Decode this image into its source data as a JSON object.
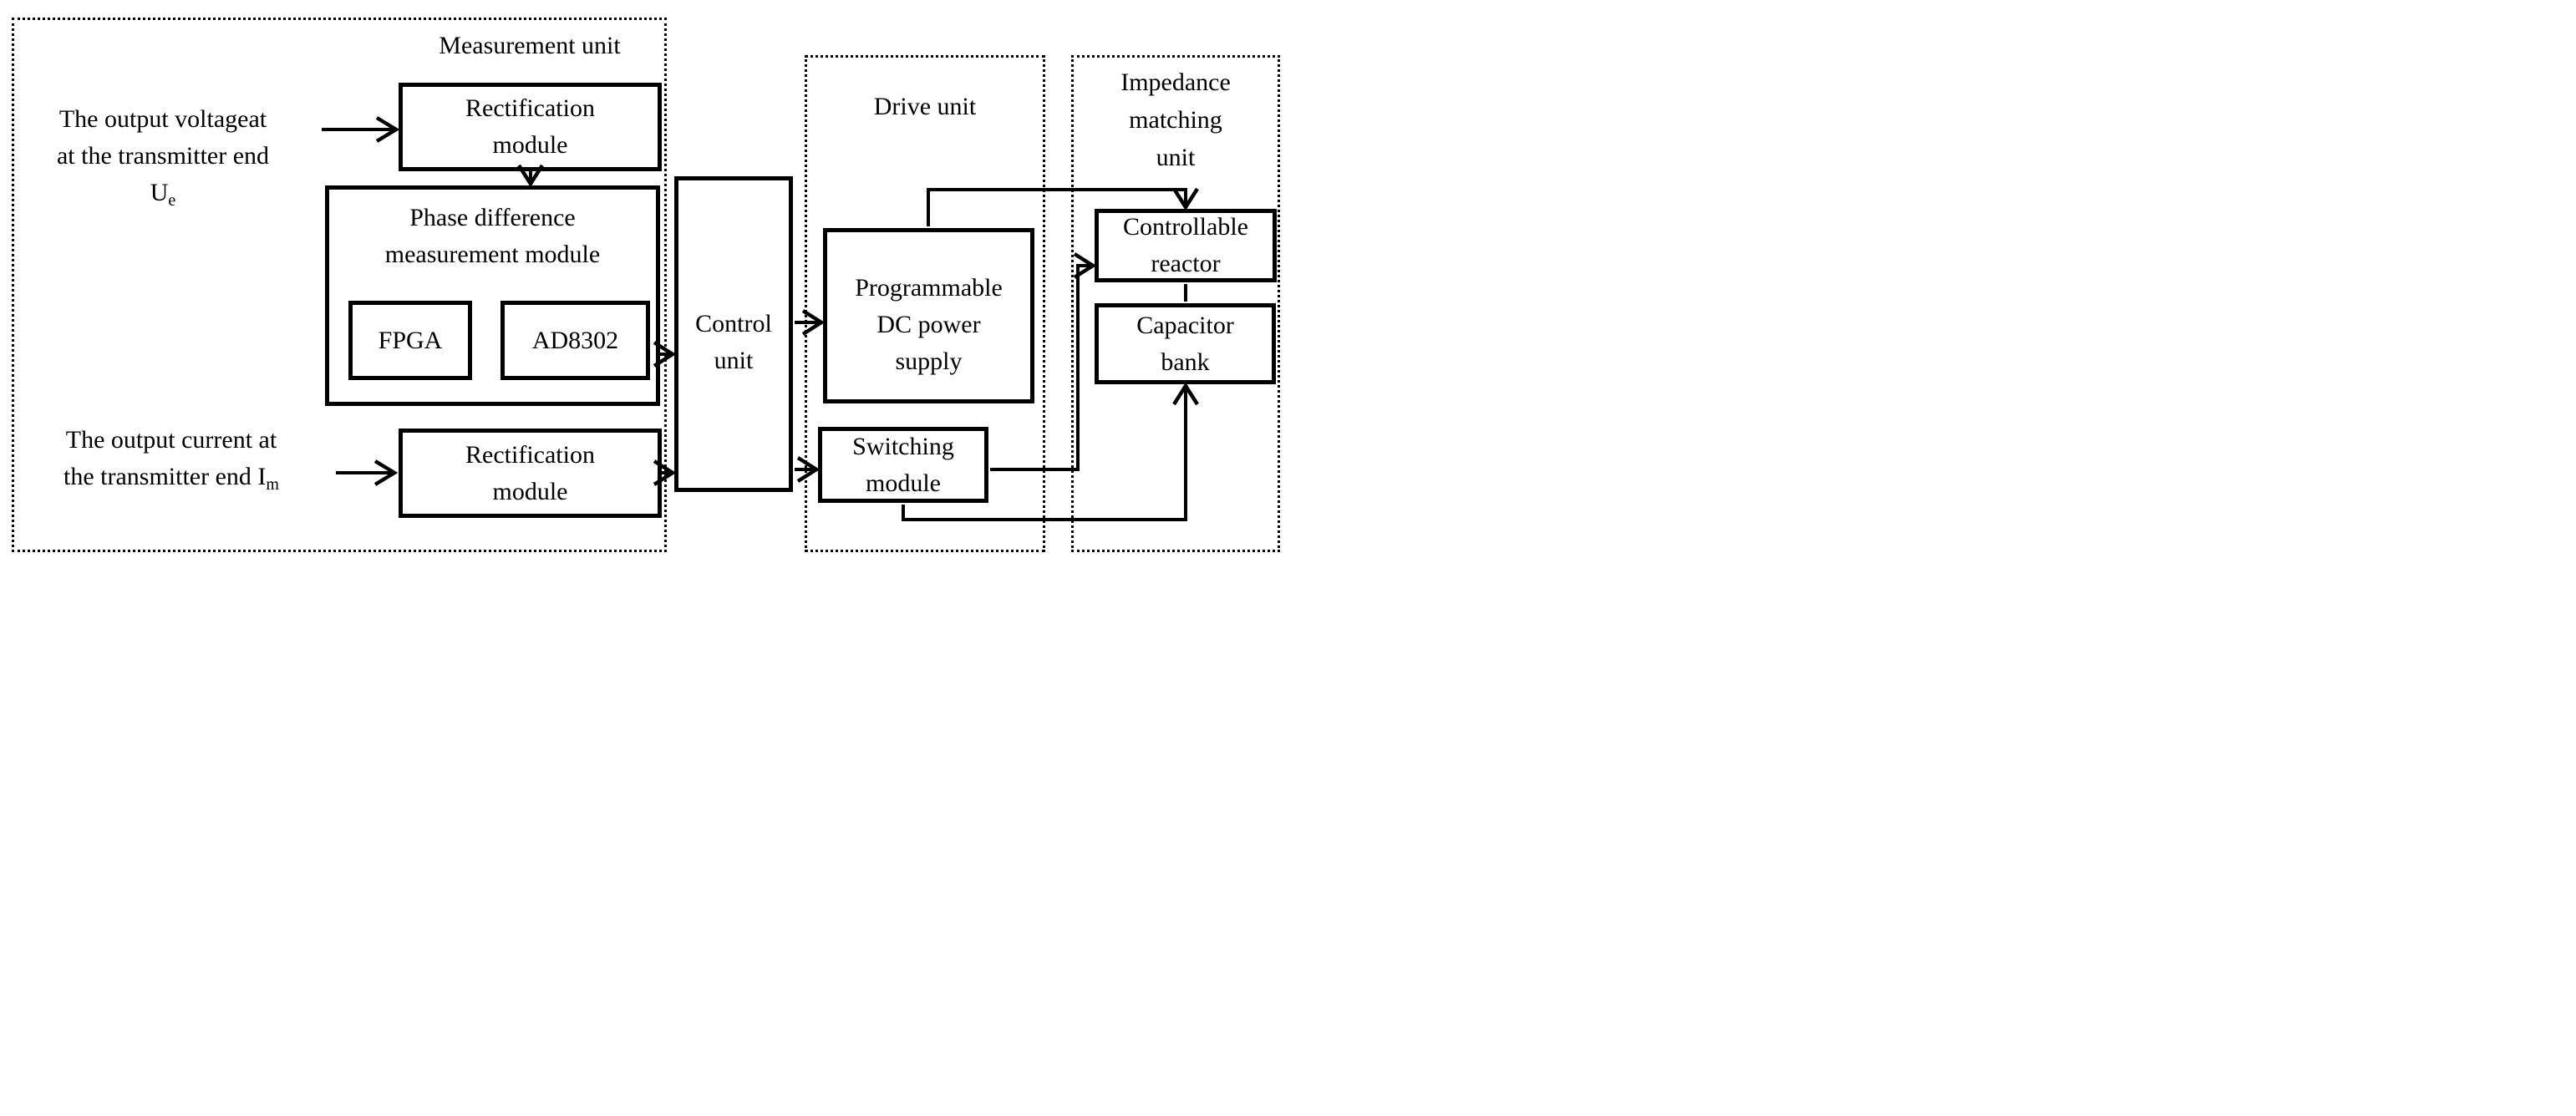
{
  "figure": {
    "type": "block-diagram",
    "background": "#ffffff",
    "ink_color": "#000000"
  },
  "units": {
    "measurement": {
      "label": "Measurement unit"
    },
    "drive": {
      "label": "Drive unit"
    },
    "impedance": {
      "line1": "Impedance",
      "line2": "matching",
      "line3": "unit"
    }
  },
  "blocks": {
    "rect_top": {
      "line1": "Rectification",
      "line2": "module"
    },
    "phase": {
      "line1": "Phase difference",
      "line2": "measurement module"
    },
    "fpga": {
      "label": "FPGA"
    },
    "ad8302": {
      "label": "AD8302"
    },
    "control": {
      "line1": "Control",
      "line2": "unit"
    },
    "rect_bottom": {
      "line1": "Rectification",
      "line2": "module"
    },
    "power": {
      "line1": "Programmable",
      "line2": "DC power",
      "line3": "supply"
    },
    "switching": {
      "line1": "Switching",
      "line2": "module"
    },
    "reactor": {
      "line1": "Controllable",
      "line2": "reactor"
    },
    "capacitor": {
      "line1": "Capacitor",
      "line2": "bank"
    }
  },
  "inputs": {
    "voltage": {
      "line1": "The output voltageat",
      "line2": "at the transmitter end",
      "symbol": "U",
      "symbol_sub": "e"
    },
    "current": {
      "line1": "The output current at",
      "line2_prefix": "the transmitter end I",
      "line2_sub": "m"
    }
  }
}
